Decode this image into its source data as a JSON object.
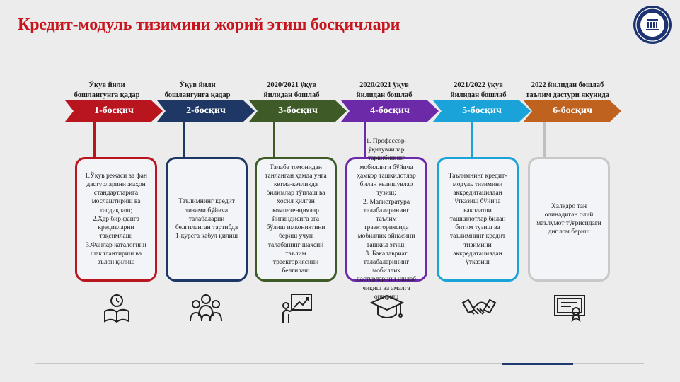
{
  "title": "Кредит-модуль тизимини жорий этиш босқичлари",
  "colors": {
    "title": "#c8151d",
    "step1": "#b9151f",
    "step2": "#1e3765",
    "step3": "#3d5a27",
    "step4": "#6d2aa8",
    "step5": "#1aa3d9",
    "step6": "#c0621f"
  },
  "steps": [
    {
      "caption": "Ўқув йили\nбошлангунга қадар",
      "label": "1-босқич",
      "text": "1.Ўқув режаси ва фан дастурларини жаҳон стандартларига мослаштириш ва тасдиқлаш;\n2.Ҳар бир фанга кредитларни тақсимлаш;\n3.Фанлар каталогини шакллантириш ва эълон қилиш",
      "icon": "reading-book-icon"
    },
    {
      "caption": "Ўқув йили\nбошлангунга қадар",
      "label": "2-босқич",
      "text": "Таълимнинг кредит тизими бўйича талабаларни белгиланган тартибда 1-курсга қабул қилиш",
      "icon": "students-group-icon"
    },
    {
      "caption": "2020/2021 ўқув\nйилидан бошлаб",
      "label": "3-босқич",
      "text": "Талаба томонидан танланган ҳамда унга кетма-кетликда билимлар тўплаш ва ҳосил қилган компетенциялар йиғиндисига эга бўлиш имкониятини бериш учун талабанинг шахсий таълим траекториясини белгилаш",
      "icon": "growth-chart-presenter-icon"
    },
    {
      "caption": "2020/2021 ўқув\nйилидан бошлаб",
      "label": "4-босқич",
      "text": "1. Профессор-ўқитувчилар таркибининг мобиллиги бўйича ҳамкор ташкилотлар билан келишувлар тузиш;\n2. Магистратура талабаларининг таълим траекториясида мобиллик ойнасини ташкил этиш;\n3. Бакалавриат талабаларининг мобиллик дастурларини ишлаб чиқиш ва амалга ошириш",
      "icon": "graduation-cap-icon"
    },
    {
      "caption": "2021/2022 ўқув\nйилидан бошлаб",
      "label": "5-босқич",
      "text": "Таълимнинг кредит-модуль тизимини аккредитациядан ўтказиш бўйича ваколатли ташкилотлар билан битим тузиш ва таълимнинг кредит тизимини аккредитациядан ўтказиш",
      "icon": "handshake-icon"
    },
    {
      "caption": "2022 йилидан бошлаб\nтаълим дастури якунида",
      "label": "6-босқич",
      "text": "Халқаро тан олинадиган олий маълумот тўғрисидаги диплом бериш",
      "icon": "diploma-certificate-icon"
    }
  ]
}
